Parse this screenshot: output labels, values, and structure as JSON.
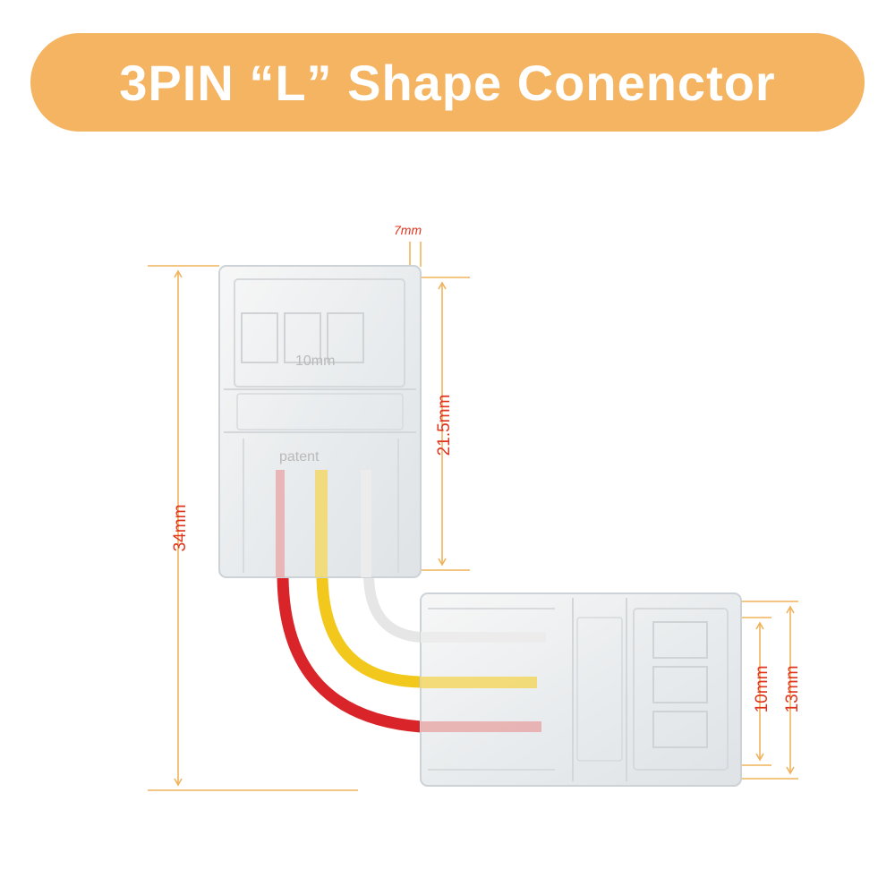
{
  "banner": {
    "title": "3PIN “L” Shape Conenctor"
  },
  "colors": {
    "banner_bg": "#f5b461",
    "dimension_line": "#f0b35c",
    "dimension_text": "#e0341e",
    "wire_red": "#d9252a",
    "wire_yellow": "#f2c81d",
    "wire_white": "#e6e6e6"
  },
  "dimensions": {
    "top_width": "7mm",
    "upper_length": "21.5mm",
    "total_length": "34mm",
    "inner_height": "10mm",
    "outer_height": "13mm"
  },
  "molded_text": {
    "size": "10mm",
    "patent": "patent"
  }
}
